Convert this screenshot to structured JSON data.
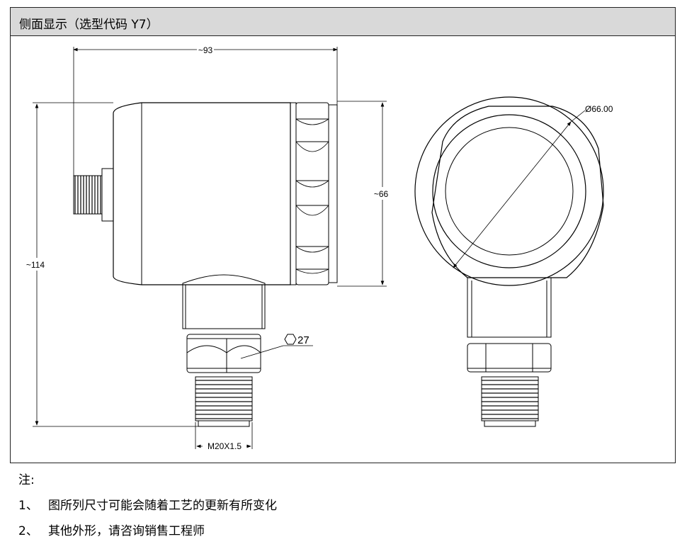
{
  "header": {
    "title": "侧面显示（选型代码 Y7）"
  },
  "dimensions": {
    "width_top": "~93",
    "height_left": "~114",
    "height_right": "~66",
    "hex": "27",
    "thread": "M20X1.5",
    "diameter": "Ø66.00"
  },
  "notes": {
    "label": "注:",
    "items": [
      {
        "num": "1、",
        "text": "图所列尺寸可能会随着工艺的更新有所变化"
      },
      {
        "num": "2、",
        "text": "其他外形，请咨询销售工程师"
      }
    ]
  },
  "colors": {
    "header_bg": "#d9d9d9",
    "line": "#000000"
  }
}
